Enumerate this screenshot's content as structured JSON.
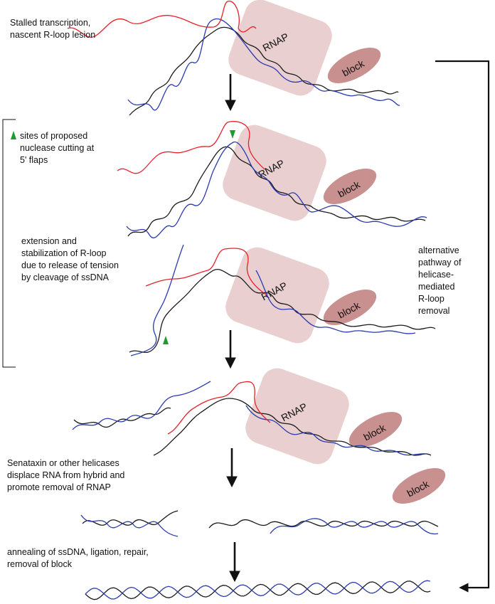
{
  "labels": {
    "stalled": [
      "Stalled transcription,",
      "nascent R-loop lesion"
    ],
    "nuclease": [
      "sites of proposed",
      "nuclease cutting at",
      "5' flaps"
    ],
    "extension": [
      "extension and",
      "stabilization of R-loop",
      "due to release of tension",
      "by cleavage of ssDNA"
    ],
    "senataxin": [
      "Senataxin or other helicases",
      "displace RNA from hybrid and",
      "promote removal of RNAP"
    ],
    "annealing": [
      "annealing of ssDNA, ligation, repair,",
      "removal of block"
    ],
    "alternative": [
      "alternative",
      "pathway of",
      "helicase-",
      "mediated",
      "R-loop",
      "removal"
    ]
  },
  "rnap_label": "RNAP",
  "block_label": "block",
  "colors": {
    "rna": "#e8202a",
    "template": "#1a1a1a",
    "nontemplate": "#2b3ab0",
    "rnap_fill": "#e9cfcf",
    "block_fill": "#c99090",
    "marker": "#1f9a2e",
    "arrow": "#111111"
  }
}
